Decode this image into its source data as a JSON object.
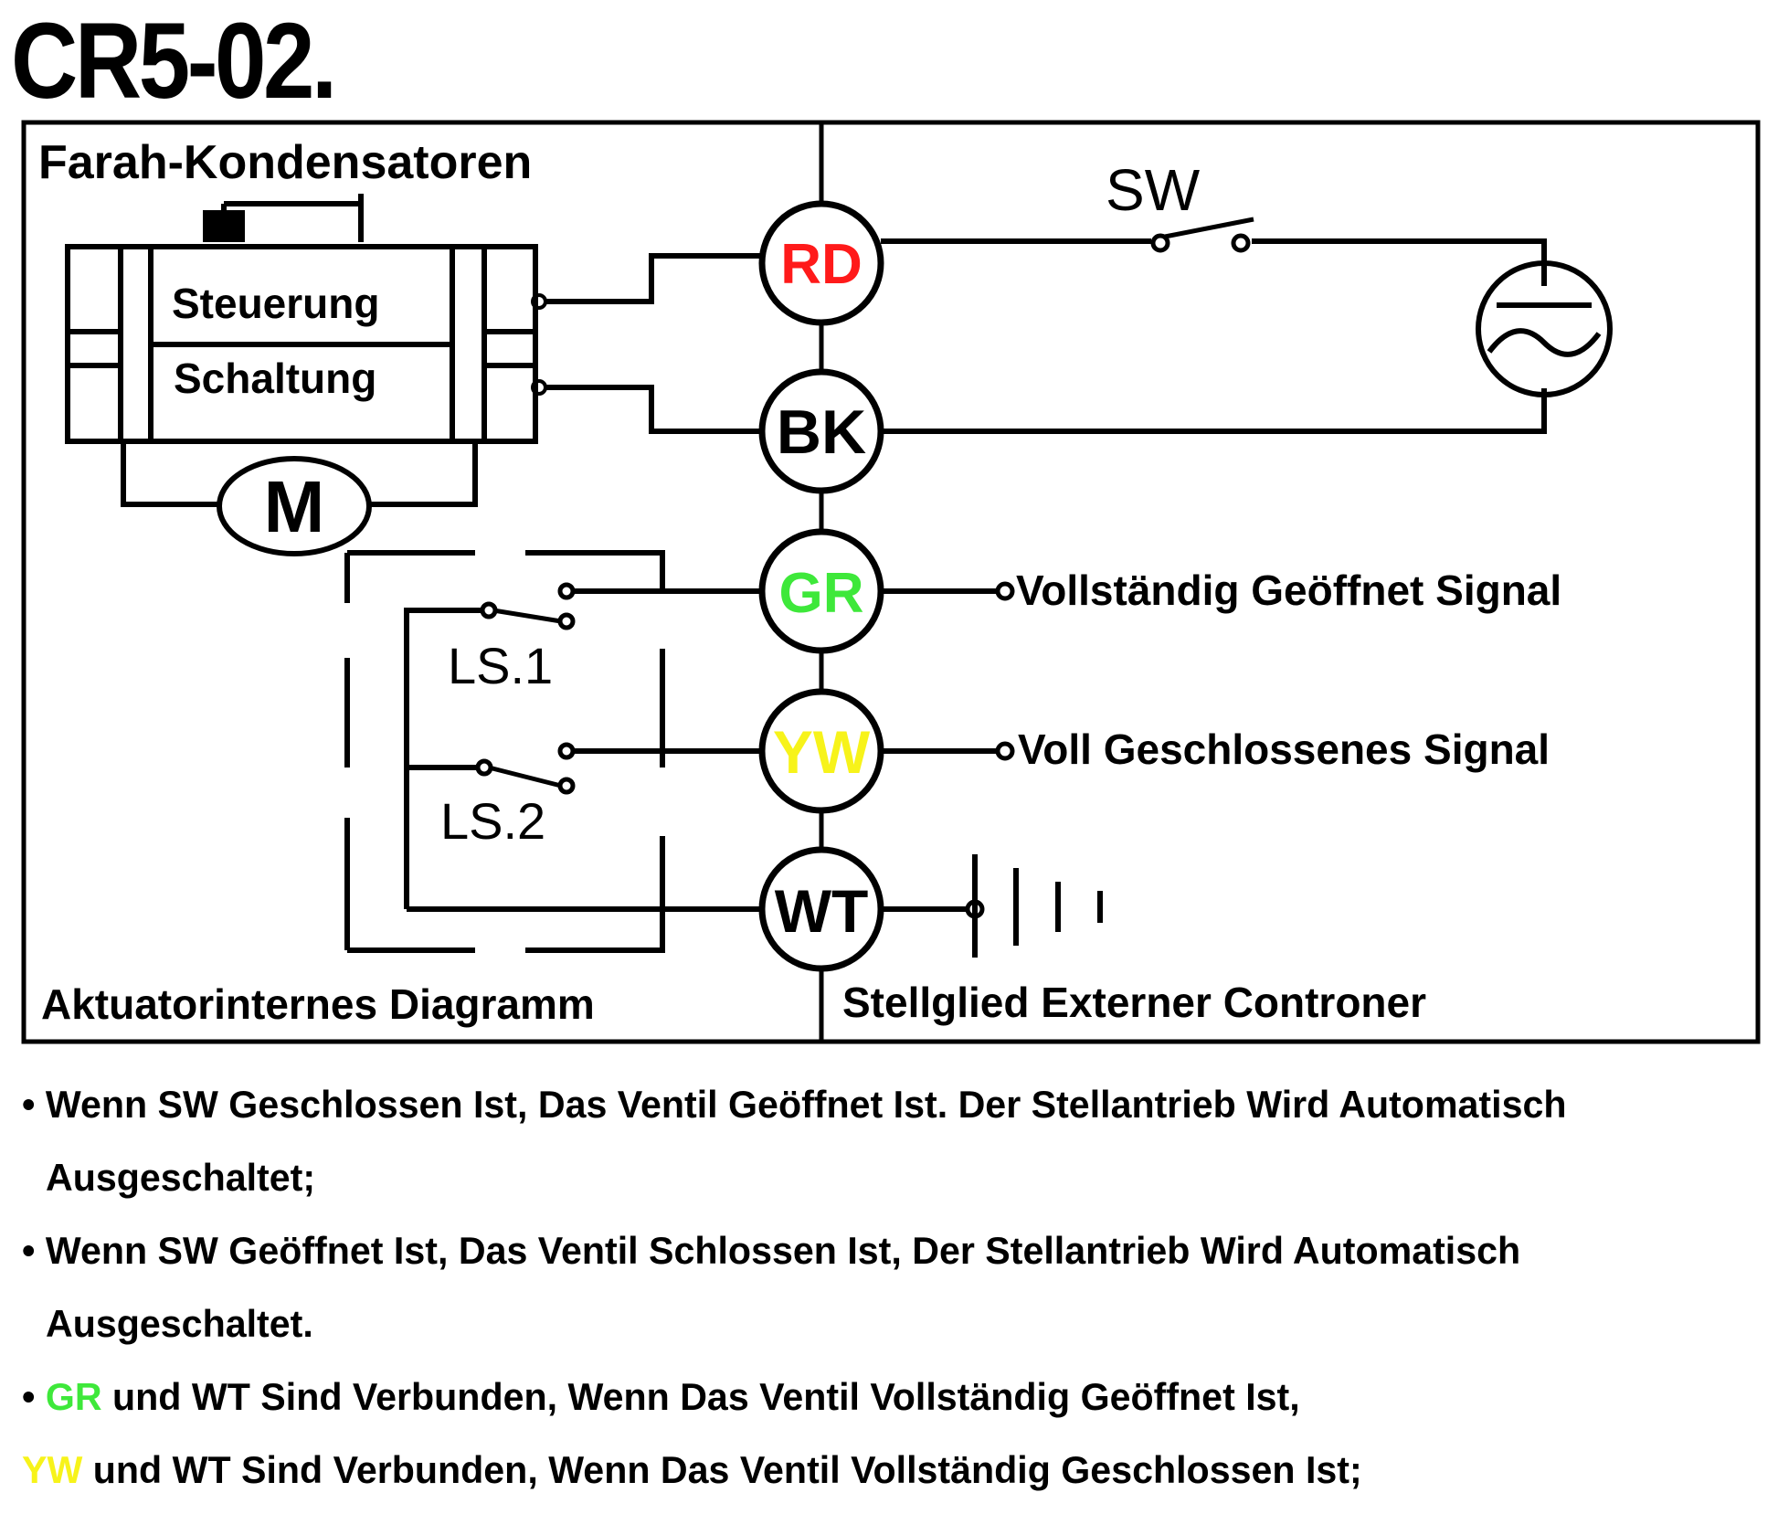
{
  "title": "CR5-02.",
  "diagram": {
    "left_section": {
      "header": "Farah-Kondensatoren",
      "footer": "Aktuatorinternes Diagramm",
      "control_box_top": "Steuerung",
      "control_box_bottom": "Schaltung",
      "motor": "M",
      "limit_switch_1": "LS.1",
      "limit_switch_2": "LS.2"
    },
    "right_section": {
      "footer": "Stellglied Externer Controner",
      "switch": "SW",
      "signal_open": "Vollständig Geöffnet Signal",
      "signal_closed": "Voll Geschlossenes Signal"
    },
    "terminals": [
      {
        "id": "RD",
        "label": "RD",
        "color": "#ff1a1a"
      },
      {
        "id": "BK",
        "label": "BK",
        "color": "#000000"
      },
      {
        "id": "GR",
        "label": "GR",
        "color": "#3ee83a"
      },
      {
        "id": "YW",
        "label": "YW",
        "color": "#f7f31a"
      },
      {
        "id": "WT",
        "label": "WT",
        "color": "#000000"
      }
    ],
    "icons": [
      "ac-source-icon",
      "ground-battery-icon",
      "capacitor-icon"
    ]
  },
  "notes": {
    "line1": "• Wenn SW Geschlossen Ist, Das Ventil Geöffnet Ist. Der Stellantrieb Wird Automatisch",
    "line1b": "Ausgeschaltet;",
    "line2": "• Wenn SW Geöffnet Ist, Das Ventil Schlossen Ist, Der Stellantrieb Wird Automatisch",
    "line2b": "Ausgeschaltet.",
    "line3_bullet": "• ",
    "line3_gr": "GR",
    "line3_rest": " und WT Sind Verbunden, Wenn Das Ventil Vollständig Geöffnet Ist,",
    "line4_yw": "YW",
    "line4_rest": " und WT Sind Verbunden, Wenn Das Ventil Vollständig Geschlossen Ist;"
  }
}
